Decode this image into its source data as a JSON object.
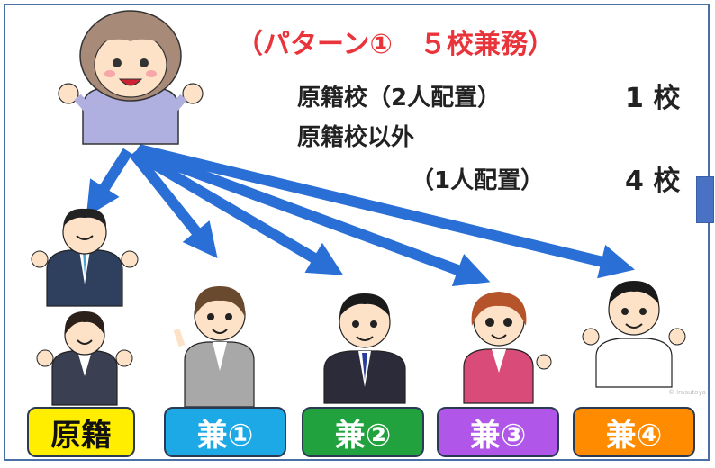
{
  "title": "（パターン①　５校兼務）",
  "rows": [
    {
      "label": "原籍校（2人配置）",
      "count": "1 校"
    },
    {
      "label": "原籍校以外",
      "count": ""
    },
    {
      "label": "（1人配置）",
      "count": "4 校"
    }
  ],
  "schools": [
    {
      "label": "原籍",
      "color": "#ffee00"
    },
    {
      "label": "兼①",
      "color": "#1ca9e6"
    },
    {
      "label": "兼②",
      "color": "#22a23e"
    },
    {
      "label": "兼③",
      "color": "#b056e8"
    },
    {
      "label": "兼④",
      "color": "#ff8c00"
    }
  ],
  "arrow_color": "#2a6fd6",
  "watermark": "© irasutoya"
}
